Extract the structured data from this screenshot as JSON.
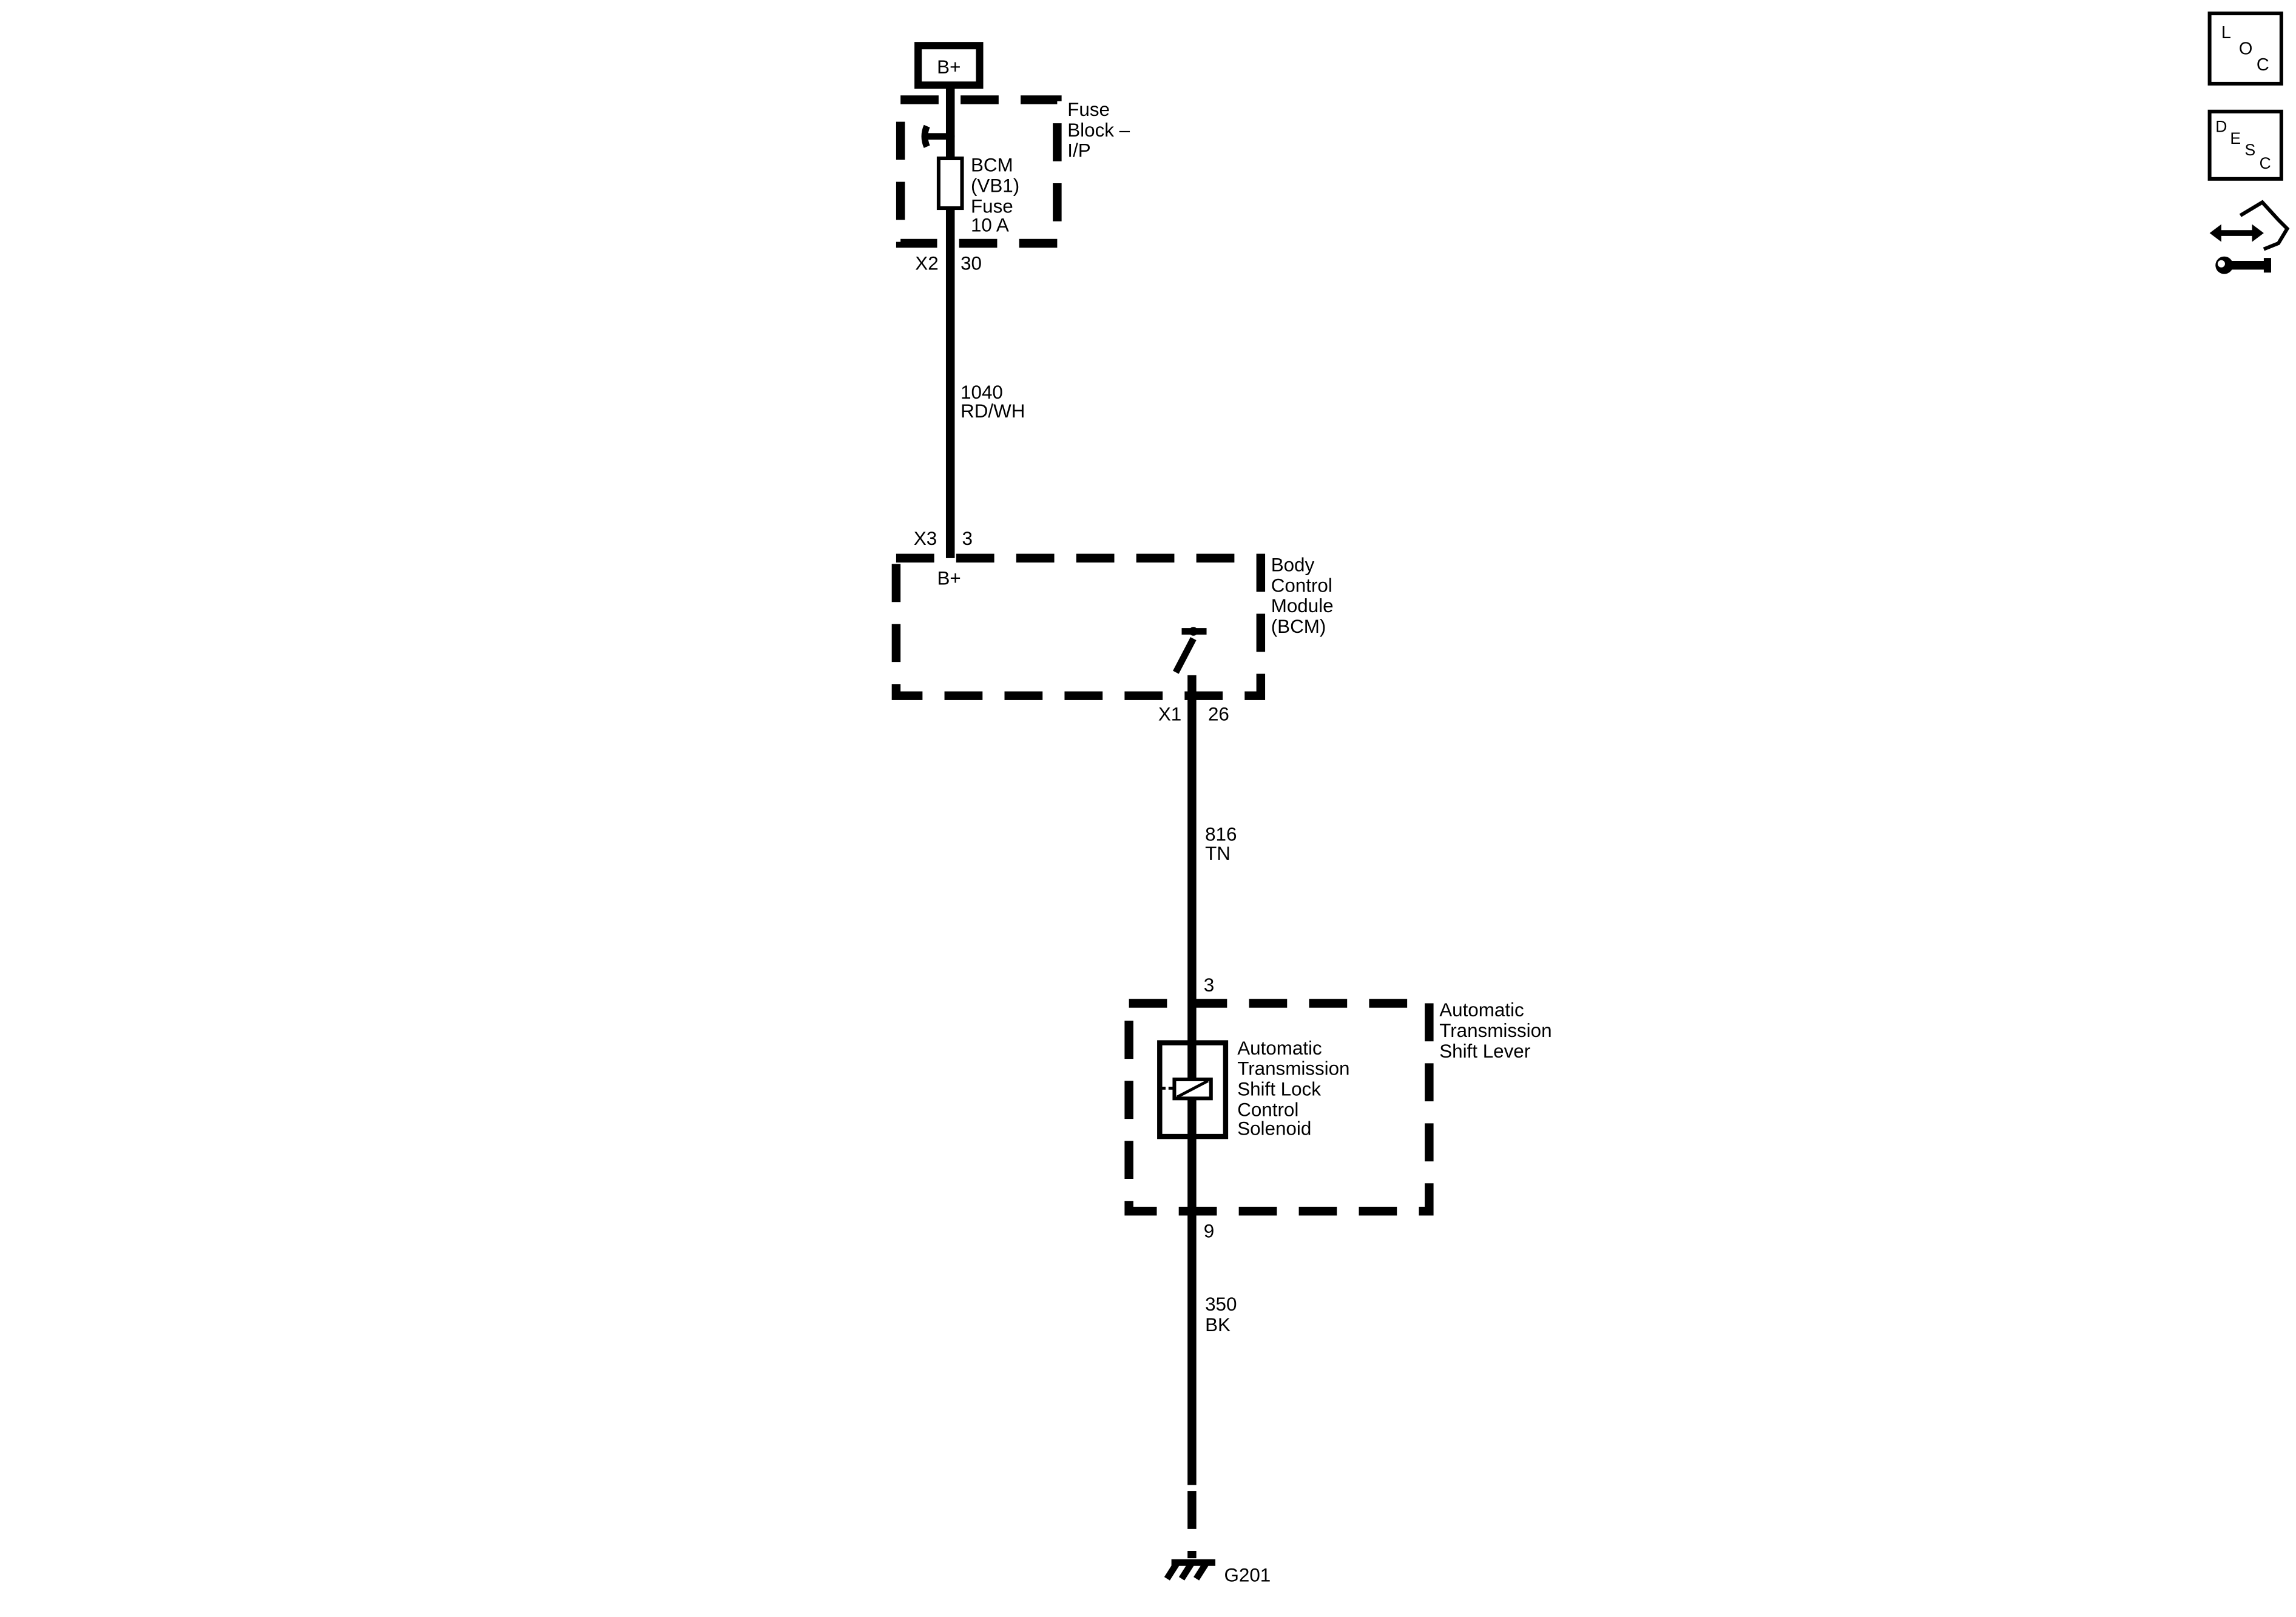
{
  "power_source": {
    "label": "B+"
  },
  "fuse_block": {
    "name_lines": [
      "Fuse",
      "Block –",
      "I/P"
    ],
    "fuse_label_lines": [
      "BCM",
      "(VB1)",
      "Fuse",
      "10 A"
    ],
    "connector": "X2",
    "pin": "30"
  },
  "wire_1040": {
    "circuit": "1040",
    "color": "RD/WH"
  },
  "bcm": {
    "name_lines": [
      "Body",
      "Control",
      "Module",
      "(BCM)"
    ],
    "input_connector": "X3",
    "input_pin": "3",
    "input_label": "B+",
    "output_connector": "X1",
    "output_pin": "26"
  },
  "wire_816": {
    "circuit": "816",
    "color": "TN"
  },
  "shift_lever": {
    "name_lines": [
      "Automatic",
      "Transmission",
      "Shift Lever"
    ],
    "solenoid_lines": [
      "Automatic",
      "Transmission",
      "Shift Lock",
      "Control",
      "Solenoid"
    ],
    "input_pin": "3",
    "output_pin": "9"
  },
  "wire_350": {
    "circuit": "350",
    "color": "BK"
  },
  "ground": {
    "label": "G201"
  },
  "toolbar": {
    "loc": {
      "letters": [
        "L",
        "O",
        "C"
      ],
      "icon": "location-icon"
    },
    "desc": {
      "letters": [
        "D",
        "E",
        "S",
        "C"
      ],
      "icon": "description-icon"
    },
    "connector_info": {
      "icon": "connector-repair-icon"
    }
  }
}
